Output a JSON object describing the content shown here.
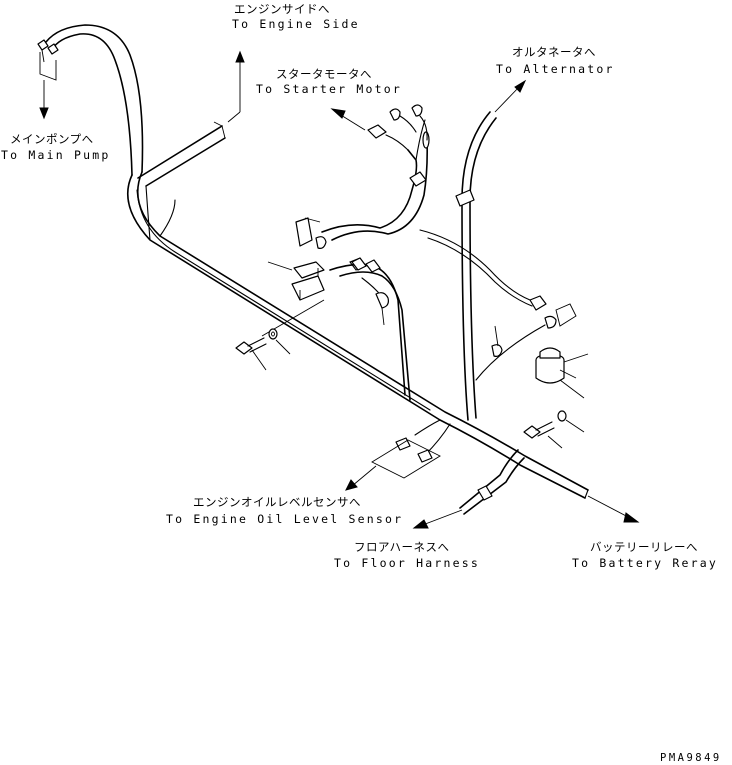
{
  "labels": {
    "engine_side": {
      "ja": "エンジンサイドへ",
      "en": "To Engine Side"
    },
    "main_pump": {
      "ja": "メインポンプへ",
      "en": "To Main Pump"
    },
    "starter_motor": {
      "ja": "スタータモータへ",
      "en": "To Starter Motor"
    },
    "alternator": {
      "ja": "オルタネータへ",
      "en": "To Alternator"
    },
    "oil_level_sensor": {
      "ja": "エンジンオイルレベルセンサへ",
      "en": "To Engine Oil Level Sensor"
    },
    "floor_harness": {
      "ja": "フロアハーネスへ",
      "en": "To Floor Harness"
    },
    "battery_relay": {
      "ja": "バッテリーリレーへ",
      "en": "To Battery Reray"
    }
  },
  "drawing_code": "PMA9849"
}
